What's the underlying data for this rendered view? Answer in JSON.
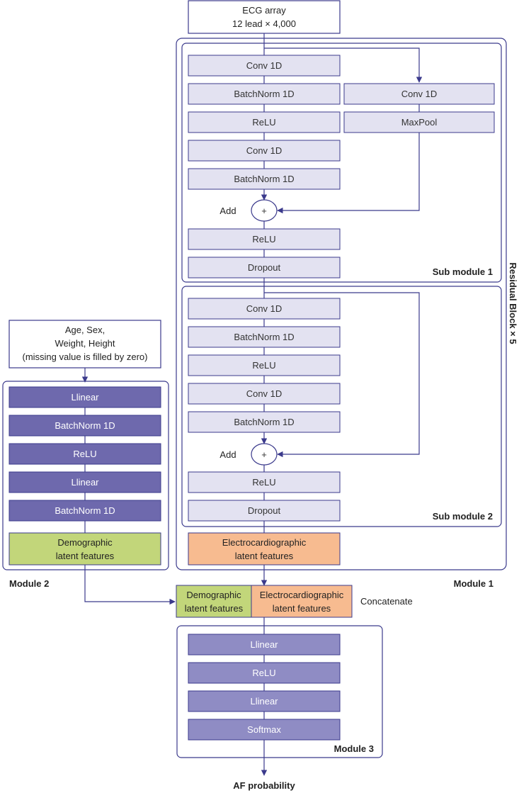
{
  "input_ecg": {
    "line1": "ECG array",
    "line2": "12 lead × 4,000"
  },
  "input_demo": {
    "line1": "Age, Sex,",
    "line2": "Weight, Height",
    "line3": "(missing value is filled by zero)"
  },
  "sub1": {
    "conv1": "Conv 1D",
    "bn1": "BatchNorm 1D",
    "relu1": "ReLU",
    "conv2": "Conv 1D",
    "bn2": "BatchNorm 1D",
    "skip_conv": "Conv 1D",
    "skip_pool": "MaxPool",
    "add": "Add",
    "plus": "+",
    "relu2": "ReLU",
    "dropout": "Dropout",
    "label": "Sub module 1"
  },
  "sub2": {
    "conv1": "Conv 1D",
    "bn1": "BatchNorm 1D",
    "relu1": "ReLU",
    "conv2": "Conv 1D",
    "bn2": "BatchNorm 1D",
    "add": "Add",
    "plus": "+",
    "relu2": "ReLU",
    "dropout": "Dropout",
    "label": "Sub module 2"
  },
  "residual_label": "Residual Block × 5",
  "module1": {
    "ecg_features_line1": "Electrocardiographic",
    "ecg_features_line2": "latent features",
    "label": "Module 1"
  },
  "module2": {
    "linear1": "Llinear",
    "bn1": "BatchNorm 1D",
    "relu": "ReLU",
    "linear2": "Llinear",
    "bn2": "BatchNorm 1D",
    "demo_features_line1": "Demographic",
    "demo_features_line2": "latent features",
    "label": "Module 2"
  },
  "concat": {
    "demo_line1": "Demographic",
    "demo_line2": "latent features",
    "ecg_line1": "Electrocardiographic",
    "ecg_line2": "latent features",
    "label": "Concatenate"
  },
  "module3": {
    "linear1": "Llinear",
    "relu": "ReLU",
    "linear2": "Llinear",
    "softmax": "Softmax",
    "label": "Module 3"
  },
  "output_label": "AF probability",
  "colors": {
    "stroke": "#3b3a8c",
    "layer_light": "#e3e2f1",
    "layer_dark": "#6e69ad",
    "layer_mid": "#8f8cc4",
    "demographic_green": "#c2d67a",
    "ecg_orange": "#f7bb90"
  }
}
